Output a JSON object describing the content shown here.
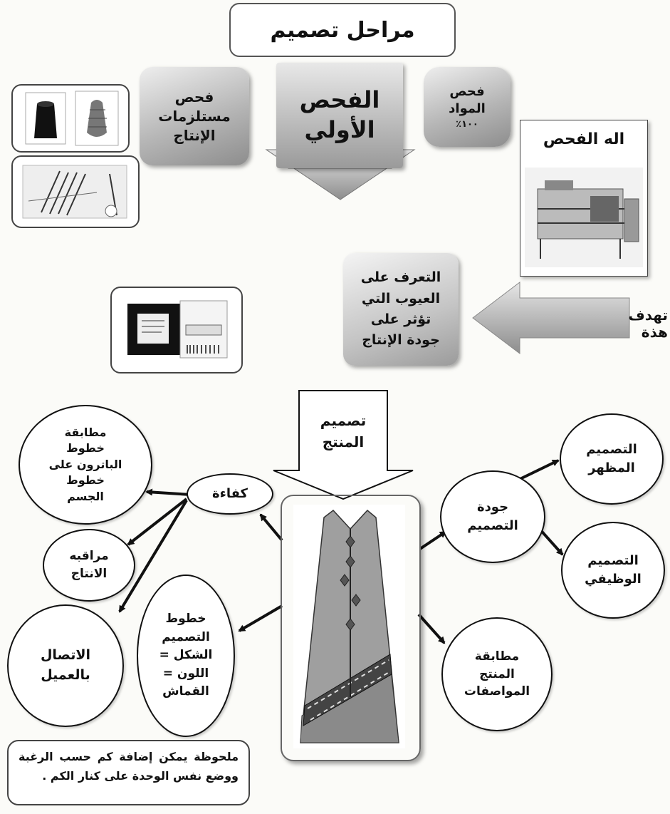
{
  "title": "مراحل تصميم",
  "stages": {
    "production_check": [
      "فحص",
      "مستلزمات",
      "الإنتاج"
    ],
    "initial_check": [
      "الفحص",
      "الأولي"
    ],
    "material_check": [
      "فحص",
      "المواد",
      "١٠٠٪"
    ]
  },
  "machine_card": {
    "title": "اله الفحص"
  },
  "aim_label": "تهدف هذة",
  "defects": [
    "التعرف على",
    "العيوب التي",
    "تؤثر على",
    "جودة الإنتاج"
  ],
  "product_design": [
    "تصميم",
    "المنتج"
  ],
  "left_nodes": {
    "efficiency": "كفاءة",
    "pattern_match": [
      "مطابقة",
      "خطوط",
      "الباترون على",
      "خطوط",
      "الجسم"
    ],
    "production_monitor": [
      "مراقبه",
      "الانتاج"
    ],
    "customer_contact": [
      "الاتصال",
      "بالعميل"
    ],
    "design_lines": [
      "خطوط",
      "التصميم",
      "الشكل =",
      "اللون =",
      "القماش"
    ]
  },
  "right_nodes": {
    "design_quality": [
      "جودة",
      "التصميم"
    ],
    "appearance_design": [
      "التصميم",
      "المظهر"
    ],
    "functional_design": [
      "التصميم",
      "الوظيفي"
    ],
    "spec_match": [
      "مطابقة",
      "المنتج",
      "المواصفات"
    ]
  },
  "note": "ملحوظة يمكن إضافة كم حسب الرغبة ووضع نفس الوحدة على كنار الكم .",
  "colors": {
    "box_gray": "#a0a0a0",
    "line": "#111111",
    "arrow_gray": "#9a9a9a"
  }
}
